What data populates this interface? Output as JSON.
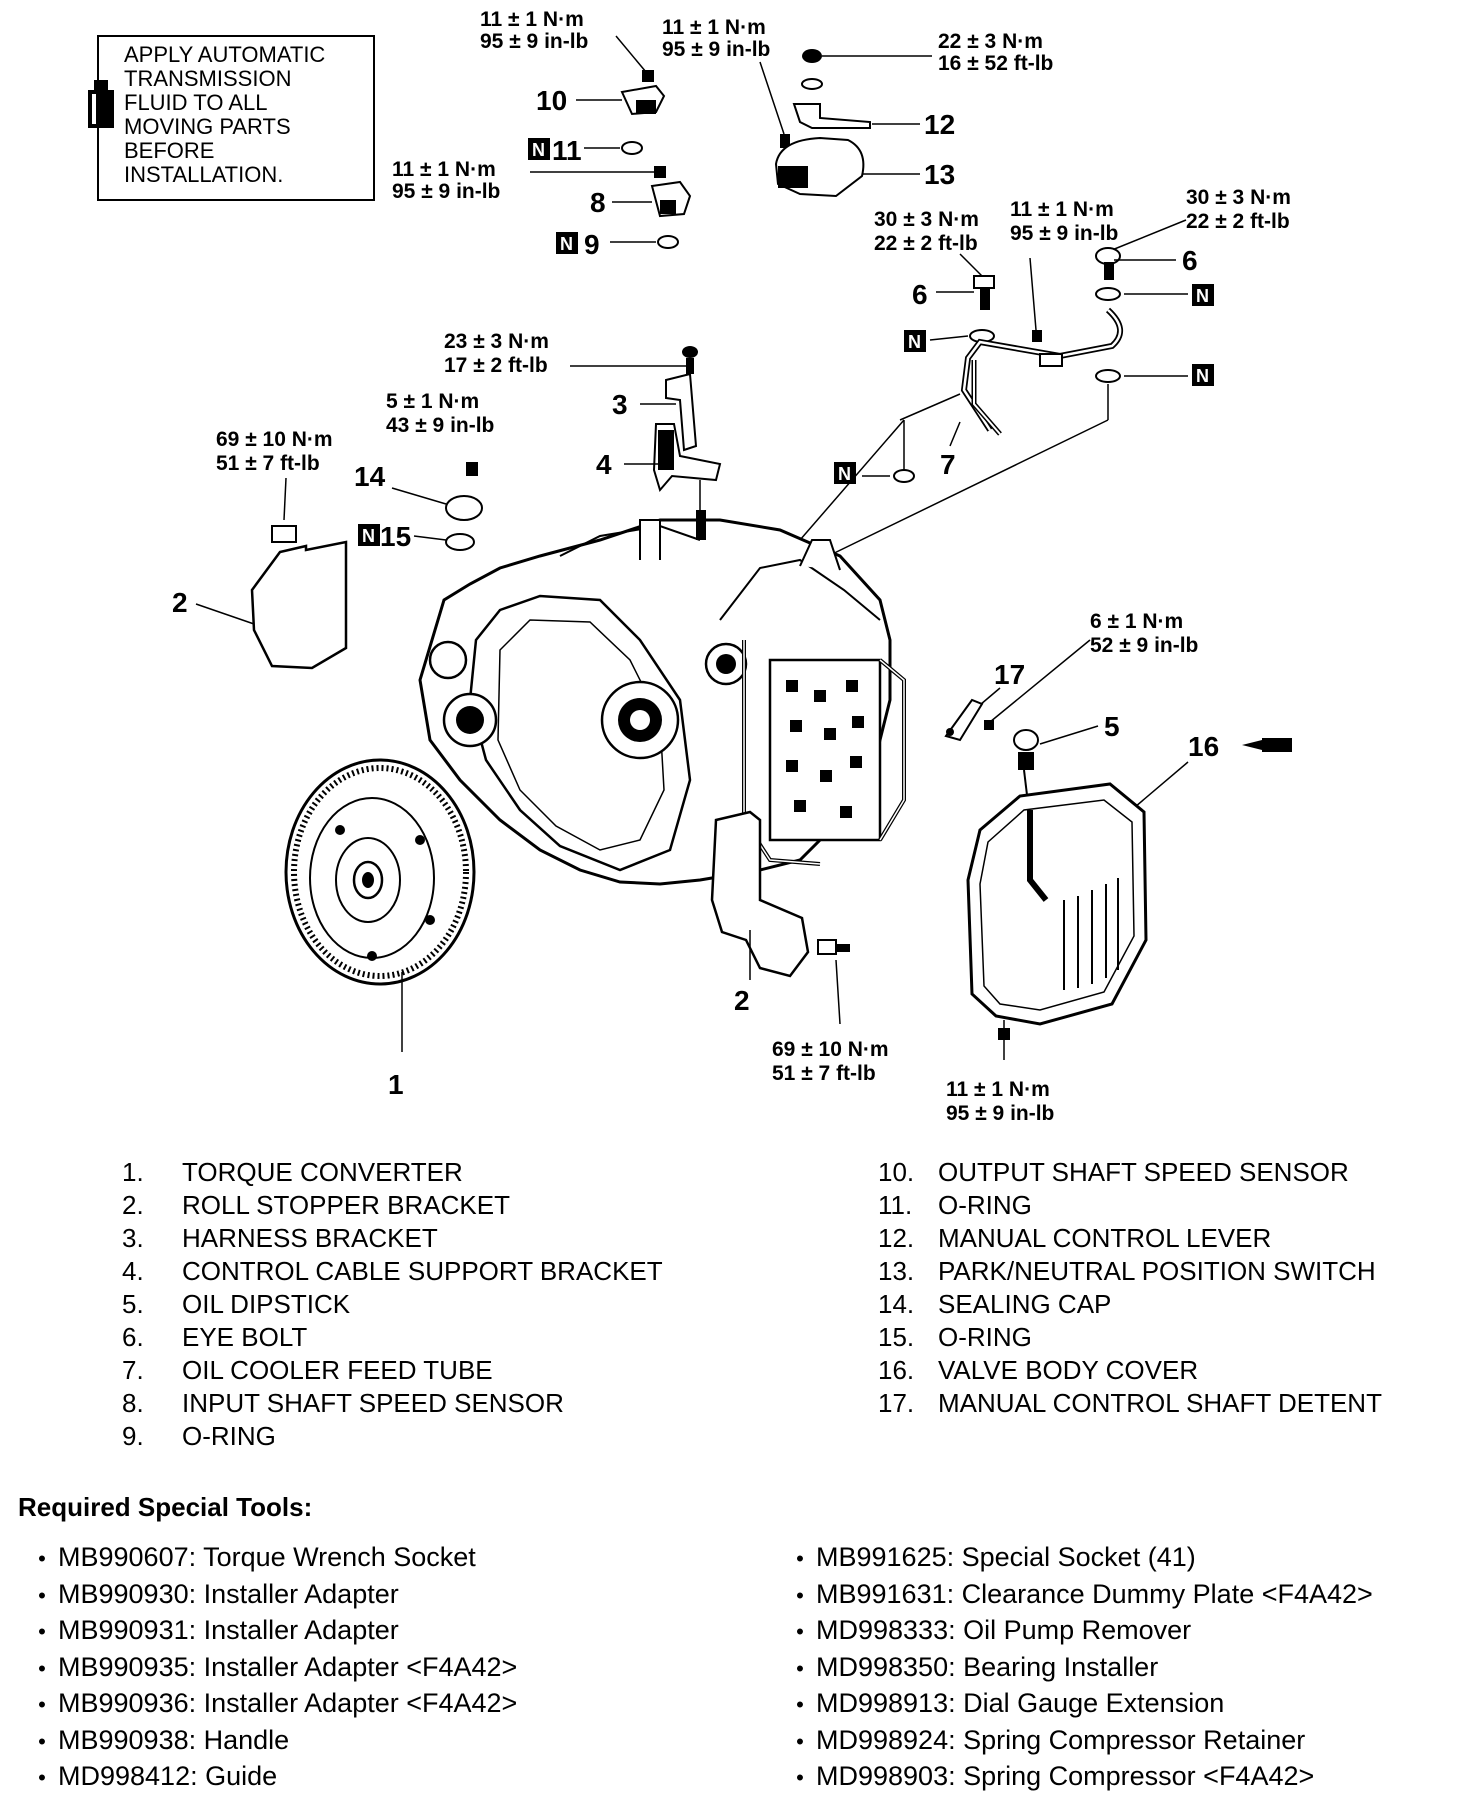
{
  "note": {
    "lines": [
      "APPLY AUTOMATIC",
      "TRANSMISSION",
      "FLUID TO ALL",
      "MOVING PARTS",
      "BEFORE",
      "INSTALLATION."
    ]
  },
  "torques": {
    "t10_top": [
      "11 ± 1 N·m",
      "95 ± 9 in-lb"
    ],
    "t12_left": [
      "11 ± 1 N·m",
      "95 ± 9 in-lb"
    ],
    "t12_right": [
      "22 ± 3 N·m",
      "16 ± 52 ft-lb"
    ],
    "t8": [
      "11 ± 1 N·m",
      "95 ± 9 in-lb"
    ],
    "t6_left": [
      "30 ± 3 N·m",
      "22 ± 2 ft-lb"
    ],
    "t7_clip": [
      "11 ± 1 N·m",
      "95 ± 9 in-lb"
    ],
    "t6_right": [
      "30 ± 3 N·m",
      "22 ± 2 ft-lb"
    ],
    "t3": [
      "23 ± 3 N·m",
      "17 ± 2 ft-lb"
    ],
    "t14": [
      "5 ± 1 N·m",
      "43 ± 9 in-lb"
    ],
    "t2_left": [
      "69 ± 10 N·m",
      "51 ± 7 ft-lb"
    ],
    "t17": [
      "6 ± 1 N·m",
      "52 ± 9 in-lb"
    ],
    "t2_bottom": [
      "69 ± 10 N·m",
      "51 ± 7 ft-lb"
    ],
    "t16": [
      "11 ± 1 N·m",
      "95 ± 9 in-lb"
    ]
  },
  "callouts": {
    "c1": "1",
    "c2a": "2",
    "c2b": "2",
    "c3": "3",
    "c4": "4",
    "c5": "5",
    "c6a": "6",
    "c6b": "6",
    "c7": "7",
    "c8": "8",
    "c9": "9",
    "c10": "10",
    "c11": "11",
    "c12": "12",
    "c13": "13",
    "c14": "14",
    "c15": "15",
    "c16": "16",
    "c17": "17",
    "n": "N"
  },
  "legend_left": [
    {
      "num": "1.",
      "name": "TORQUE CONVERTER"
    },
    {
      "num": "2.",
      "name": "ROLL STOPPER BRACKET"
    },
    {
      "num": "3.",
      "name": "HARNESS BRACKET"
    },
    {
      "num": "4.",
      "name": "CONTROL CABLE SUPPORT BRACKET"
    },
    {
      "num": "5.",
      "name": "OIL DIPSTICK"
    },
    {
      "num": "6.",
      "name": "EYE BOLT"
    },
    {
      "num": "7.",
      "name": "OIL COOLER FEED TUBE"
    },
    {
      "num": "8.",
      "name": "INPUT SHAFT SPEED SENSOR"
    },
    {
      "num": "9.",
      "name": "O-RING"
    }
  ],
  "legend_right": [
    {
      "num": "10.",
      "name": "OUTPUT SHAFT SPEED SENSOR"
    },
    {
      "num": "11.",
      "name": "O-RING"
    },
    {
      "num": "12.",
      "name": "MANUAL CONTROL LEVER"
    },
    {
      "num": "13.",
      "name": "PARK/NEUTRAL POSITION SWITCH"
    },
    {
      "num": "14.",
      "name": "SEALING CAP"
    },
    {
      "num": "15.",
      "name": "O-RING"
    },
    {
      "num": "16.",
      "name": "VALVE BODY COVER"
    },
    {
      "num": "17.",
      "name": "MANUAL CONTROL SHAFT DETENT"
    }
  ],
  "tools_title": "Required Special Tools:",
  "tools_left": [
    "MB990607: Torque Wrench Socket",
    "MB990930: Installer Adapter",
    "MB990931: Installer Adapter",
    "MB990935: Installer Adapter <F4A42>",
    "MB990936: Installer Adapter <F4A42>",
    "MB990938: Handle",
    "MD998412: Guide"
  ],
  "tools_right": [
    "MB991625: Special Socket (41)",
    "MB991631: Clearance Dummy Plate <F4A42>",
    "MD998333: Oil Pump Remover",
    "MD998350: Bearing Installer",
    "MD998913: Dial Gauge Extension",
    "MD998924: Spring Compressor Retainer",
    "MD998903: Spring Compressor <F4A42>"
  ]
}
